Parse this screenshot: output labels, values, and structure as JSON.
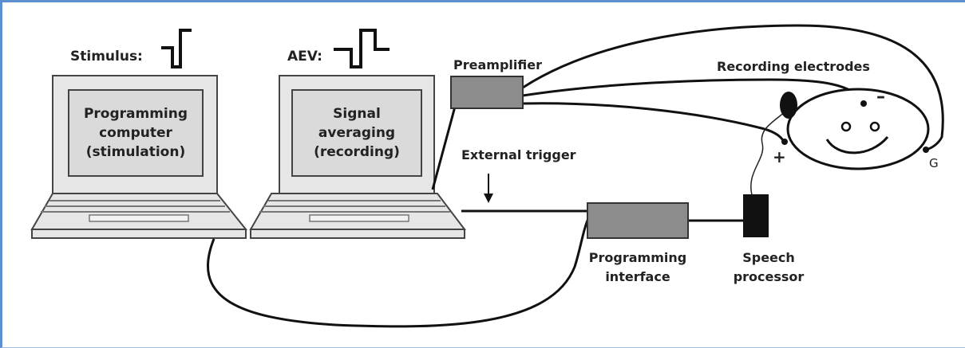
{
  "stimulus_label": "Stimulus:",
  "aev_label": "AEV:",
  "left_screen": [
    "Programming",
    "computer",
    "(stimulation)"
  ],
  "right_screen": [
    "Signal",
    "averaging",
    "(recording)"
  ],
  "preamplifier": "Preamplifier",
  "recording_electrodes": "Recording electrodes",
  "minus_sign": "–",
  "plus_sign": "+",
  "ground_label": "G",
  "external_trigger": "External trigger",
  "programming_interface": [
    "Programming",
    "interface"
  ],
  "speech_processor": [
    "Speech",
    "processor"
  ],
  "colors": {
    "frame_border": "#5b8fd0",
    "laptop_fill": "#e6e6e6",
    "box_fill": "#8c8c8c",
    "processor_fill": "#111111",
    "line": "#111111"
  }
}
